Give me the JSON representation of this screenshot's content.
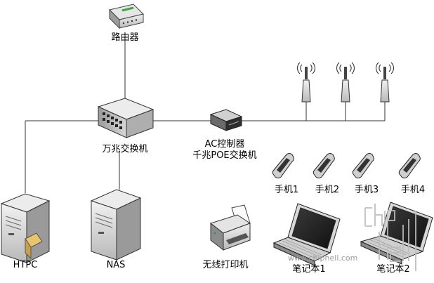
{
  "nodes": {
    "router": "路由器",
    "switch_10g": "万兆交换机",
    "ac_controller": "AC控制器",
    "poe_switch": "千兆POE交换机",
    "htpc": "HTPC",
    "nas": "NAS",
    "printer": "无线打印机",
    "phones": [
      "手机1",
      "手机2",
      "手机3",
      "手机4"
    ],
    "laptops": [
      "笔记本1",
      "笔记本2"
    ]
  },
  "watermark": {
    "url": "www.chiphell.com"
  },
  "colors": {
    "line": "#333333",
    "device_gray": "#c8c8c8",
    "device_dark": "#3a3a3a"
  }
}
